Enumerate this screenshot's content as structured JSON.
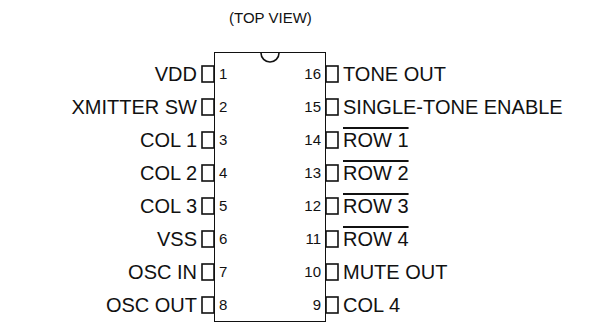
{
  "diagram": {
    "nodes": [
      {
        "text": [
          "(TOP VIEW)"
        ]
      }
    ],
    "labels": [
      "VDD",
      "1",
      "16",
      "TONE OUT",
      "XMITTER SW",
      "2",
      "15",
      "SINGLE-TONE ENABLE",
      "COL 1",
      "3",
      "14",
      "ROW 1",
      "COL 2",
      "4",
      "13",
      "ROW 2",
      "COL 3",
      "5",
      "12",
      "ROW 3",
      "VSS",
      "6",
      "11",
      "ROW 4",
      "OSC IN",
      "7",
      "10",
      "MUTE OUT",
      "OSC OUT",
      "8",
      "9",
      "COL 4"
    ]
  }
}
